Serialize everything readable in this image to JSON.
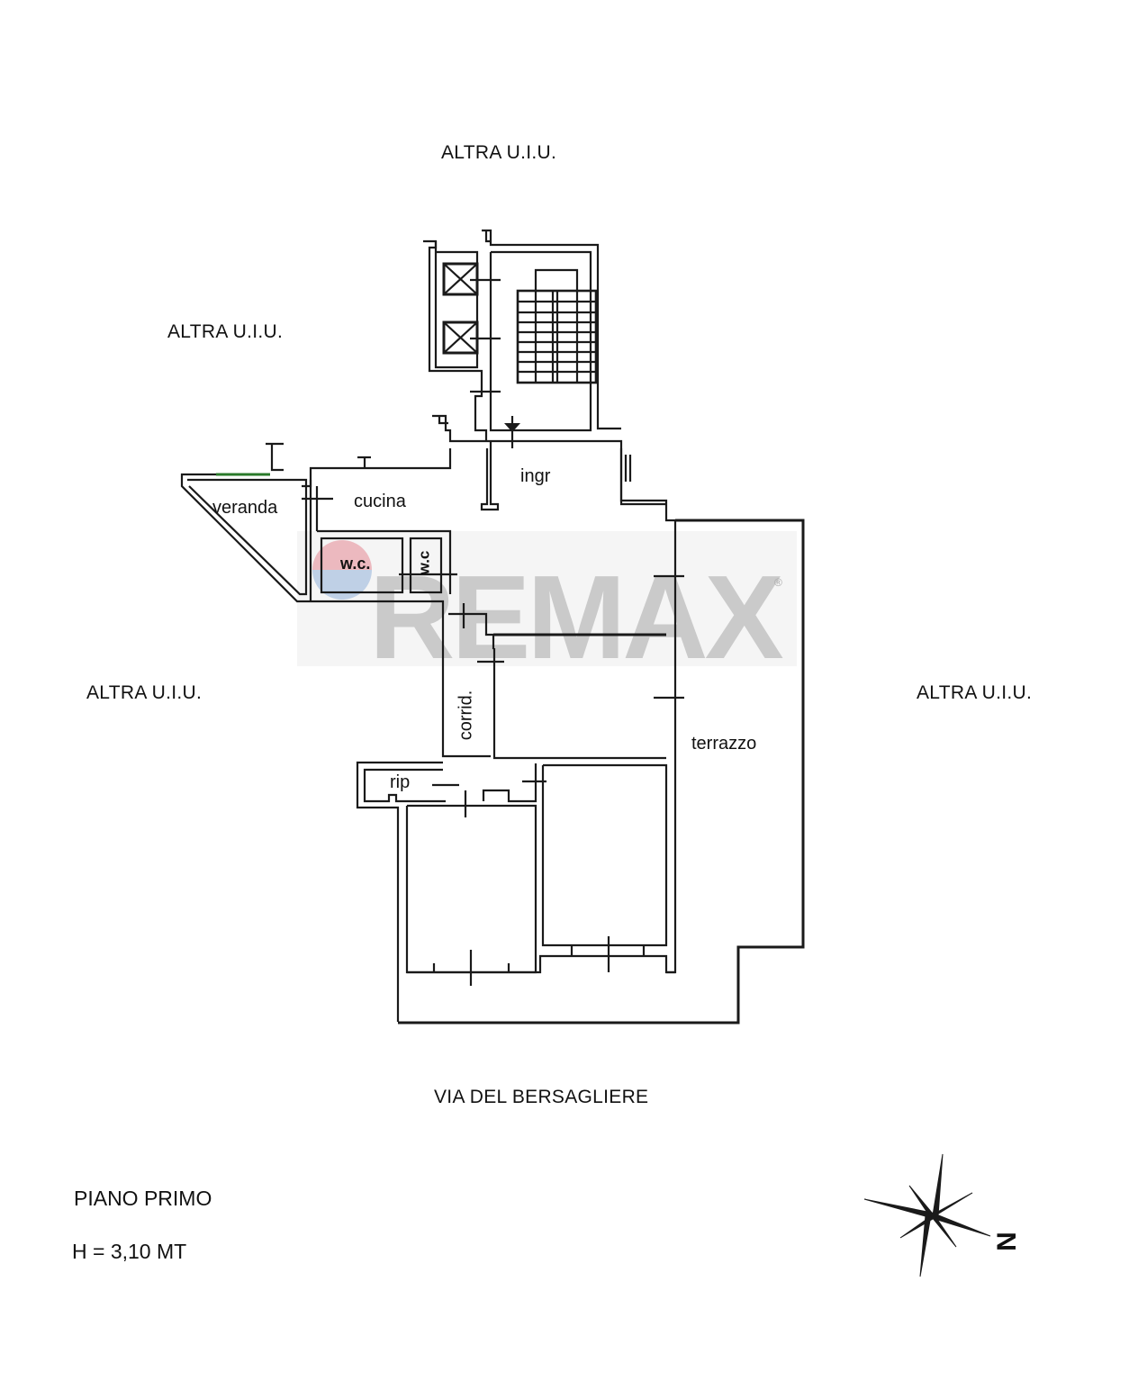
{
  "plan": {
    "floor": "PIANO PRIMO",
    "height": "H = 3,10 MT",
    "street": "VIA DEL BERSAGLIERE",
    "north_label": "N",
    "watermark": "REMAX",
    "watermark_mark": "®",
    "neighbors": {
      "top": "ALTRA U.I.U.",
      "upper_left": "ALTRA U.I.U.",
      "left": "ALTRA U.I.U.",
      "right": "ALTRA U.I.U."
    },
    "rooms": {
      "veranda": "veranda",
      "cucina": "cucina",
      "ingr": "ingr",
      "wc1": "w.c.",
      "wc2": "w.c",
      "corrid": "corrid.",
      "rip": "rip",
      "terrazzo": "terrazzo"
    },
    "colors": {
      "line": "#1a1a1a",
      "watermark": "#9a9a9a",
      "logo_red": "#e8a0a8",
      "logo_blue": "#a8c0e0"
    }
  }
}
